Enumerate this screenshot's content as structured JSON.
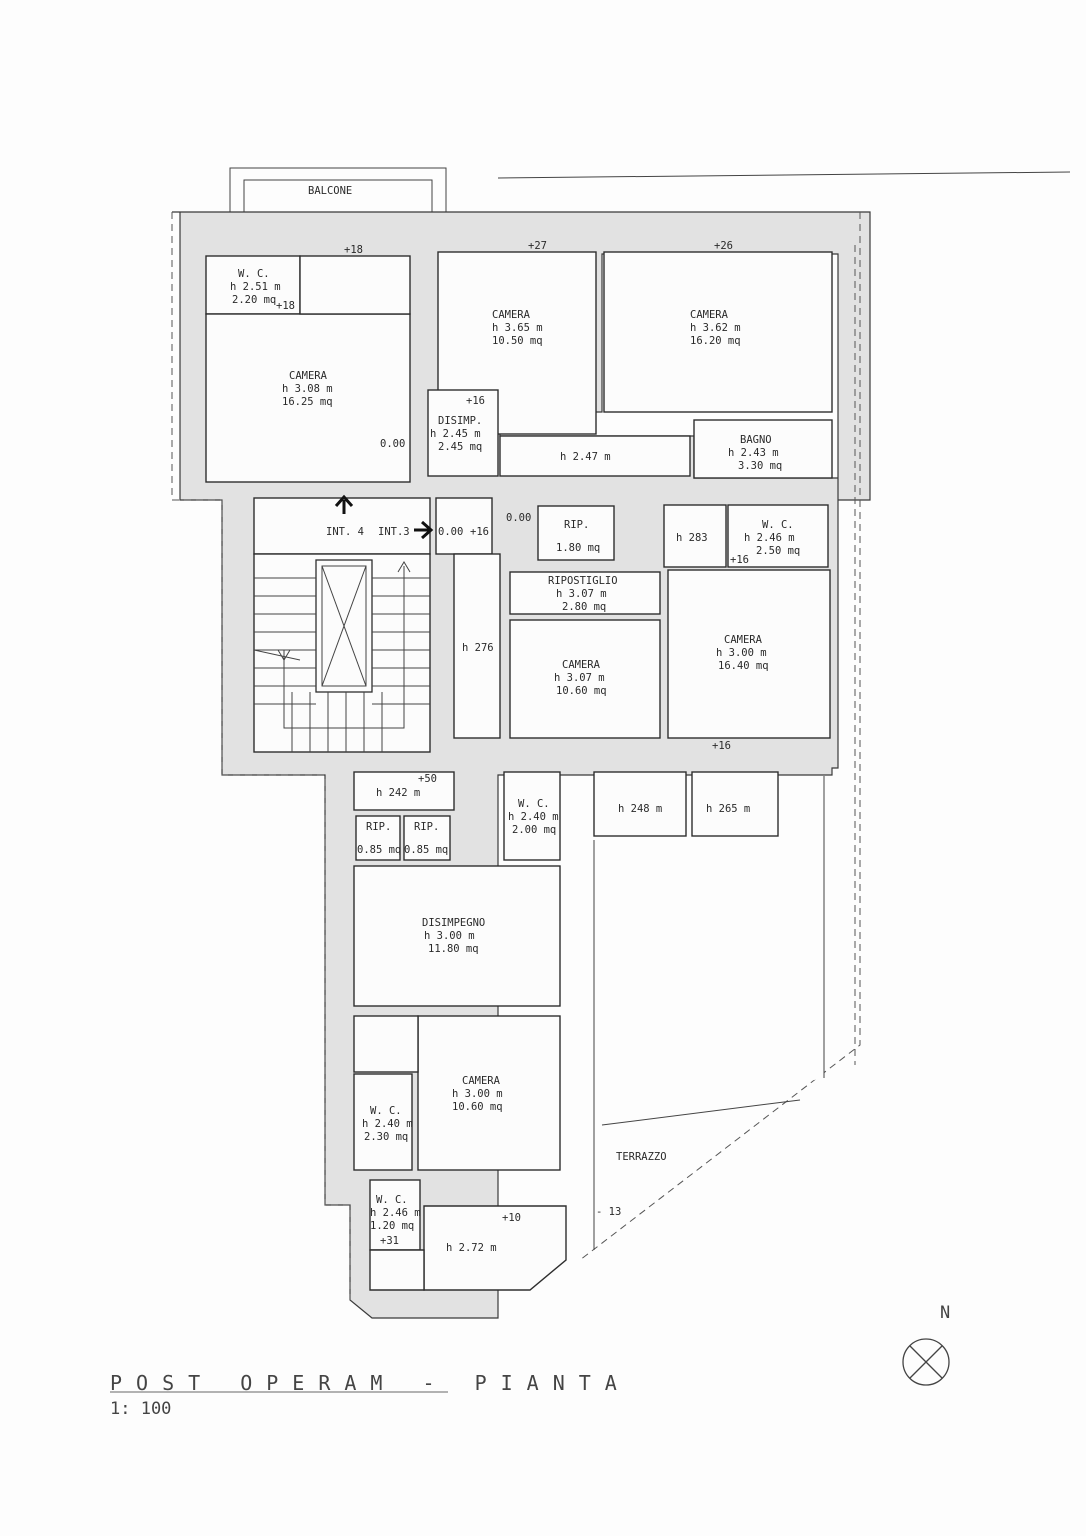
{
  "rooms": {
    "balcone": "BALCONE",
    "wc_top_left": {
      "name": "W. C.",
      "h": "h 2.51  m",
      "a": "2.20  mq"
    },
    "camera_left": {
      "name": "CAMERA",
      "h": "h 3.08  m",
      "a": "16.25 mq"
    },
    "camera_top_mid": {
      "name": "CAMERA",
      "h": "h 3.65  m",
      "a": "10.50  mq"
    },
    "camera_top_right": {
      "name": "CAMERA",
      "h": "h 3.62  m",
      "a": "16.20  mq"
    },
    "disimp": {
      "name": "DISIMP.",
      "h": "h  2.45  m",
      "a": "2.45  mq"
    },
    "corridor_top": "h  2.47  m",
    "bagno": {
      "name": "BAGNO",
      "h": "h  2.43  m",
      "a": "3.30  mq"
    },
    "rip_top": {
      "name": "RIP.",
      "a": "1.80  mq"
    },
    "h283": "h  283",
    "wc_right": {
      "name": "W. C.",
      "h": "h  2.46  m",
      "a": "2.50  mq"
    },
    "ripostiglio": {
      "name": "RIPOSTIGLIO",
      "h": "h  3.07  m",
      "a": "2.80  mq"
    },
    "camera_mid": {
      "name": "CAMERA",
      "h": "h  3.07  m",
      "a": "10.60  mq"
    },
    "camera_right": {
      "name": "CAMERA",
      "h": "h  3.00  m",
      "a": "16.40  mq"
    },
    "h276": "h  276",
    "h242": "h  242  m",
    "wc_mid": {
      "name": "W. C.",
      "h": "h  2.40  m",
      "a": "2.00  mq"
    },
    "h248": "h  248  m",
    "h265": "h  265  m",
    "rip_a": {
      "name": "RIP.",
      "a": "0.85  mq"
    },
    "rip_b": {
      "name": "RIP.",
      "a": "0.85  mq"
    },
    "disimpegno": {
      "name": "DISIMPEGNO",
      "h": "h  3.00  m",
      "a": "11.80  mq"
    },
    "camera_bottom": {
      "name": "CAMERA",
      "h": "h  3.00  m",
      "a": "10.60  mq"
    },
    "wc_bottom_a": {
      "name": "W. C.",
      "h": "h  2.40  m",
      "a": "2.30  mq"
    },
    "wc_bottom_b": {
      "name": "W. C.",
      "h": "h  2.46  m",
      "a": "1.20  mq"
    },
    "h272": "h  2.72  m",
    "terrazzo": "TERRAZZO"
  },
  "levels": {
    "p18a": "+18",
    "p18b": "+18",
    "p27": "+27",
    "p26": "+26",
    "p16a": "+16",
    "zero_left": "0.00",
    "zero_land": "0.00",
    "p16b": "+16",
    "zero_mid": "0.00",
    "p16c": "+16",
    "p16d": "+16",
    "p50": "+50",
    "p10": "+10",
    "p31": "+31",
    "m13": "- 13"
  },
  "landing": {
    "int4": "INT. 4",
    "int3": "INT.3"
  },
  "north": "N",
  "title": "POST  OPERAM  -  PIANTA",
  "scale": "1: 100"
}
